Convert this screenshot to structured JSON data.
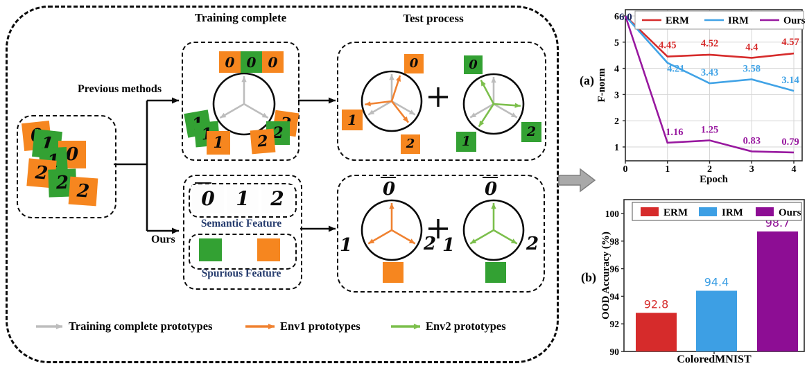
{
  "palette": {
    "orange": "#f6861f",
    "green": "#33a133",
    "proto_gray": "#bdbdbd",
    "env1": "#f08231",
    "env2": "#7cbf4c",
    "navy": "#263c6e",
    "annotation_navy": "#1b2559",
    "block_arrow": "#a9a9a9",
    "line_black": "#0a0a0a"
  },
  "diagram": {
    "training_title": "Training complete",
    "test_title": "Test process",
    "previous_label": "Previous methods",
    "ours_label": "Ours",
    "plus": "+",
    "semantic_label": "Semantic Feature",
    "spurious_label": "Spurious Feature",
    "input_cluster_digits": [
      {
        "digit": "0",
        "color": "orange"
      },
      {
        "digit": "1",
        "color": "green"
      },
      {
        "digit": "0",
        "color": "orange"
      },
      {
        "digit": "1",
        "color": "green"
      },
      {
        "digit": "2",
        "color": "orange"
      },
      {
        "digit": "2",
        "color": "green"
      },
      {
        "digit": "2",
        "color": "orange"
      }
    ],
    "training_top_digits": [
      {
        "digit": "0",
        "color": "orange"
      },
      {
        "digit": "0",
        "color": "green"
      },
      {
        "digit": "0",
        "color": "orange"
      }
    ],
    "training_left_digits": [
      {
        "digit": "1",
        "color": "green"
      },
      {
        "digit": "1",
        "color": "green"
      },
      {
        "digit": "1",
        "color": "orange"
      }
    ],
    "training_right_digits": [
      {
        "digit": "2",
        "color": "orange"
      },
      {
        "digit": "2",
        "color": "green"
      },
      {
        "digit": "2",
        "color": "orange"
      }
    ],
    "test_top_left_digits": [
      {
        "digit": "0",
        "color": "orange"
      },
      {
        "digit": "1",
        "color": "orange"
      },
      {
        "digit": "2",
        "color": "orange"
      }
    ],
    "test_top_right_digits": [
      {
        "digit": "0",
        "color": "green"
      },
      {
        "digit": "2",
        "color": "green"
      },
      {
        "digit": "1",
        "color": "green"
      }
    ],
    "semantic_digits": [
      "0",
      "1",
      "2"
    ],
    "spurious_squares": [
      "green",
      "orange"
    ],
    "test_bottom_left": {
      "digits": [
        "0",
        "1",
        "2"
      ],
      "square": "orange"
    },
    "test_bottom_right": {
      "digits": [
        "0",
        "1",
        "2"
      ],
      "square": "green"
    },
    "legend": [
      {
        "label": "Training complete prototypes",
        "color": "proto_gray"
      },
      {
        "label": "Env1 prototypes",
        "color": "env1"
      },
      {
        "label": "Env2 prototypes",
        "color": "env2"
      }
    ]
  },
  "figure_labels": {
    "a": "(a)",
    "b": "(b)"
  },
  "chart_data": [
    {
      "type": "line",
      "xlabel": "Epoch",
      "ylabel": "F-norm",
      "x": [
        0,
        1,
        2,
        3,
        4
      ],
      "xticks": [
        "0",
        "1",
        "2",
        "3",
        "4"
      ],
      "yticks": [
        "1",
        "2",
        "3",
        "4",
        "5",
        "6"
      ],
      "ylim": [
        0.45,
        6.35
      ],
      "grid": true,
      "legend_position": "top",
      "start_annotation": "6.0",
      "series": [
        {
          "name": "ERM",
          "color": "#d62b2b",
          "values": [
            6.0,
            4.45,
            4.52,
            4.4,
            4.57
          ],
          "labels": [
            "4.45",
            "4.52",
            "4.4",
            "4.57"
          ]
        },
        {
          "name": "IRM",
          "color": "#41a3e6",
          "values": [
            6.0,
            4.21,
            3.43,
            3.58,
            3.14
          ],
          "labels": [
            "4.21",
            "3.43",
            "3.58",
            "3.14"
          ]
        },
        {
          "name": "Ours",
          "color": "#98189f",
          "values": [
            6.0,
            1.16,
            1.25,
            0.83,
            0.79
          ],
          "labels": [
            "1.16",
            "1.25",
            "0.83",
            "0.79"
          ]
        }
      ]
    },
    {
      "type": "bar",
      "category": "ColoredMNIST",
      "ylabel": "OOD Accuracy (%)",
      "yticks": [
        "90",
        "92",
        "94",
        "96",
        "98",
        "100"
      ],
      "ylim": [
        90,
        100.6
      ],
      "grid": false,
      "legend_position": "top",
      "series": [
        {
          "name": "ERM",
          "color": "#d62b2b",
          "value": 92.8,
          "label": "92.8"
        },
        {
          "name": "IRM",
          "color": "#3d9fe4",
          "value": 94.4,
          "label": "94.4"
        },
        {
          "name": "Ours",
          "color": "#8d0d94",
          "value": 98.7,
          "label": "98.7"
        }
      ]
    }
  ]
}
